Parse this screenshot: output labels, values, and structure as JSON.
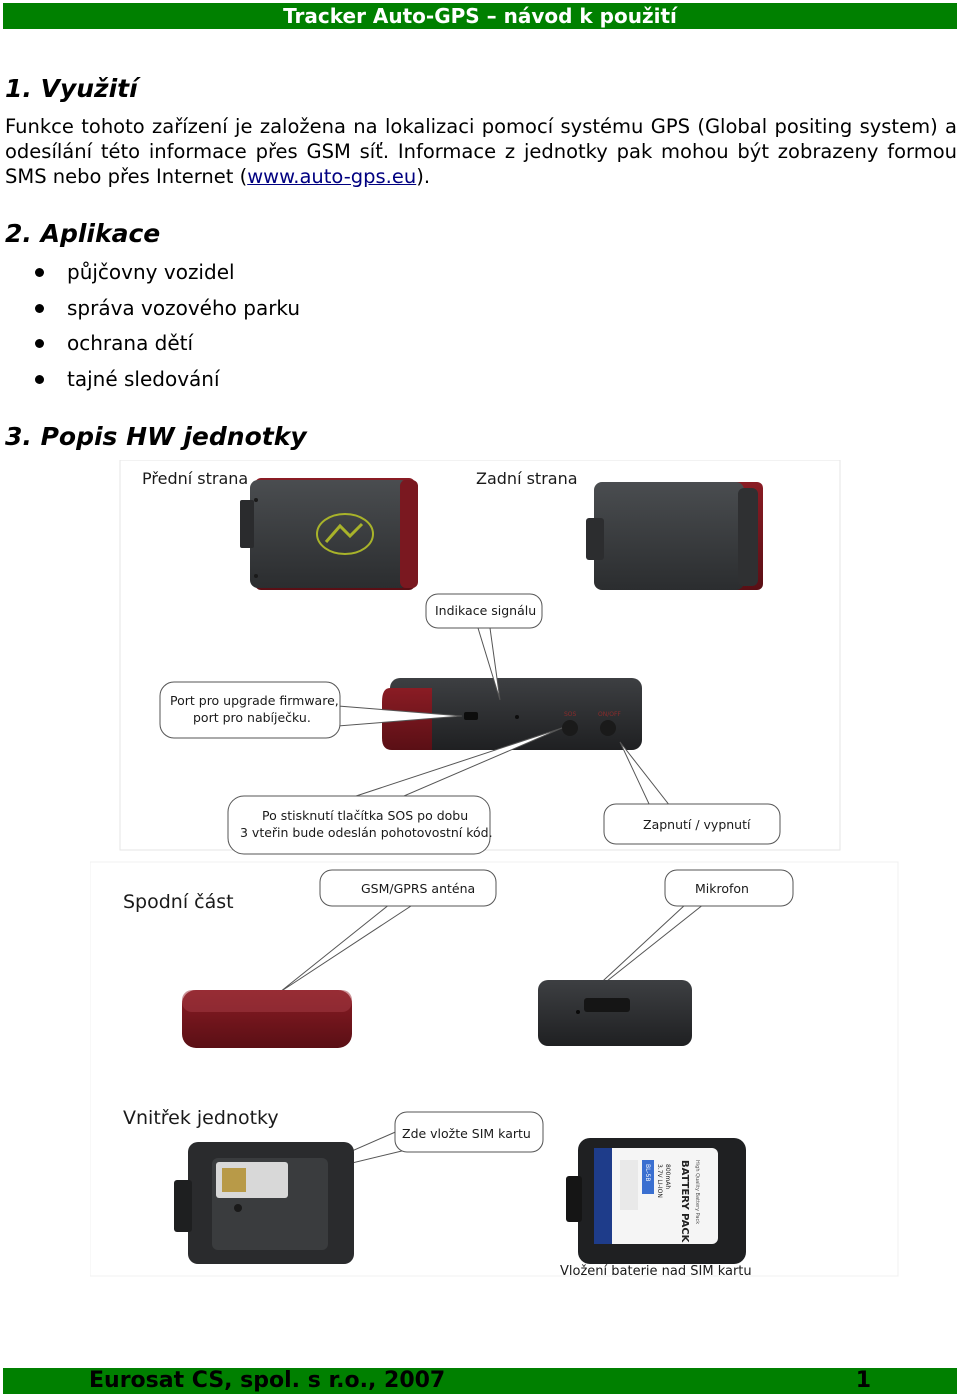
{
  "header": {
    "title": "Tracker Auto-GPS – návod k použití"
  },
  "section1": {
    "heading": "1. Využití",
    "text_before_link": "Funkce tohoto zařízení je založena na lokalizaci pomocí systému GPS (Global positing system) a odesílání této informace přes GSM síť. Informace z jednotky pak mohou být zobrazeny formou SMS nebo přes Internet (",
    "link": "www.auto-gps.eu",
    "text_after_link": ")."
  },
  "section2": {
    "heading": "2. Aplikace",
    "items": [
      "půjčovny vozidel",
      "správa vozového parku",
      "ochrana dětí",
      "tajné sledování"
    ]
  },
  "section3": {
    "heading": "3. Popis HW jednotky",
    "figure": {
      "front_label": "Přední strana",
      "back_label": "Zadní strana",
      "signal_label": "Indikace signálu",
      "port_label_1": "Port pro upgrade firmware,",
      "port_label_2": "port pro nabíječku.",
      "sos_label_1": "Po stisknutí tlačítka SOS po dobu",
      "sos_label_2": "3 vteřin bude odeslán pohotovostní kód.",
      "power_label": "Zapnutí / vypnutí",
      "bottom_label": "Spodní část",
      "antenna_label": "GSM/GPRS anténa",
      "mic_label": "Mikrofon",
      "inside_label": "Vnitřek jednotky",
      "sim_label": "Zde vložte SIM kartu",
      "battery_label": "Vložení baterie nad SIM kartu",
      "battery_pack_text": "BATTERY PACK",
      "battery_quality_text": "High Quality Battery Pack",
      "battery_model": "BL-5B",
      "battery_voltage": "3.7V LI-ION",
      "battery_capacity": "800mAh"
    }
  },
  "footer": {
    "company": "Eurosat CS, spol. s r.o., 2007",
    "page": "1"
  }
}
